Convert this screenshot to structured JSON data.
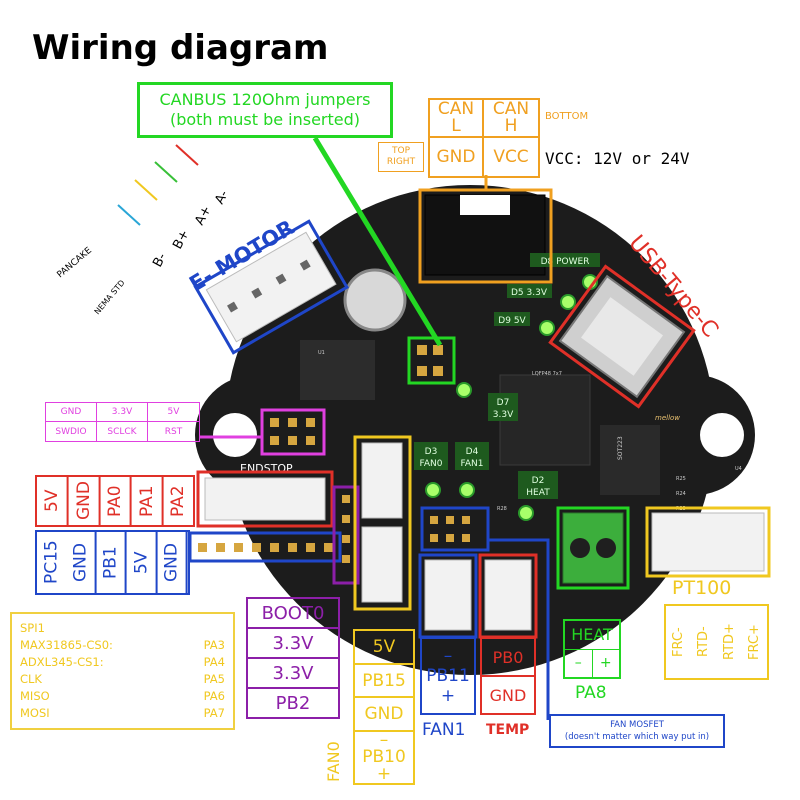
{
  "title": "Wiring diagram",
  "colors": {
    "board": "#1c1c1c",
    "green": "#23d723",
    "blue": "#1f46c8",
    "red": "#e03028",
    "orange": "#f0a020",
    "magenta": "#e040e0",
    "purple": "#8c1fa8",
    "yellow": "#f0c820",
    "darkblue": "#1a3cb8"
  },
  "canbus_note": {
    "line1": "CANBUS 120Ohm jumpers",
    "line2": "(both must be inserted)"
  },
  "can_connector": {
    "top_left": "CAN",
    "top_left_sub": "L",
    "top_right": "CAN",
    "top_right_sub": "H",
    "bottom_left": "GND",
    "bottom_right": "VCC",
    "bottom_label": "BOTTOM",
    "top_right_label_1": "TOP",
    "top_right_label_2": "RIGHT",
    "vcc_note": "VCC: 12V or 24V"
  },
  "motor": {
    "label": "E- MOTOR",
    "pancake": "PANCAKE",
    "nema": "NEMA STD",
    "pins": [
      "B-",
      "B+",
      "A+",
      "A-"
    ]
  },
  "usb": {
    "label": "USB-Type-C"
  },
  "leds": {
    "d8": "D8 POWER",
    "d5": "D5 3.3V",
    "d9": "D9 5V",
    "d7_a": "D7",
    "d7_b": "3.3V",
    "d3_a": "D3",
    "d3_b": "FAN0",
    "d4_a": "D4",
    "d4_b": "FAN1",
    "d2_a": "D2",
    "d2_b": "HEAT"
  },
  "swd": {
    "row1": [
      "GND",
      "3.3V",
      "5V"
    ],
    "row2": [
      "SWDIO",
      "SCLCK",
      "RST"
    ]
  },
  "endstop": {
    "label": "ENDSTOP",
    "pins": [
      "5V",
      "GND",
      "PA0",
      "PA1",
      "PA2"
    ]
  },
  "pc15_header": {
    "pins": [
      "PC15",
      "GND",
      "PB1",
      "5V",
      "GND"
    ]
  },
  "spi_box": {
    "rows": [
      {
        "name": "SPI1",
        "pin": ""
      },
      {
        "name": "MAX31865-CS0:",
        "pin": "PA3"
      },
      {
        "name": "ADXL345-CS1:",
        "pin": "PA4"
      },
      {
        "name": "CLK",
        "pin": "PA5"
      },
      {
        "name": "MISO",
        "pin": "PA6"
      },
      {
        "name": "MOSI",
        "pin": "PA7"
      }
    ]
  },
  "boot_box": {
    "rows": [
      "BOOT0",
      "3.3V",
      "3.3V",
      "PB2"
    ]
  },
  "fan0": {
    "rows": [
      "5V",
      "PB15",
      "GND"
    ],
    "minus": "–",
    "pb10": "PB10",
    "plus": "+",
    "label": "FAN0"
  },
  "fan1": {
    "minus": "–",
    "pin": "PB11",
    "plus": "+",
    "label": "FAN1"
  },
  "temp": {
    "rows": [
      "PB0",
      "GND"
    ],
    "label": "TEMP"
  },
  "heat": {
    "label": "HEAT",
    "minus": "–",
    "plus": "+",
    "pin": "PA8"
  },
  "pt100": {
    "label": "PT100",
    "pins": [
      "FRC-",
      "RTD-",
      "RTD+",
      "FRC+"
    ]
  },
  "fan_mosfet": {
    "line1": "FAN MOSFET",
    "line2": "(doesn't matter which way put in)"
  },
  "board_marks": {
    "lqfp": "LQFP48 7x7",
    "sot223": "SOT223",
    "mellow": "mellow",
    "u1": "U1",
    "u4": "U4",
    "r25": "R25",
    "r24": "R24",
    "r23": "R23",
    "r28": "R28"
  }
}
